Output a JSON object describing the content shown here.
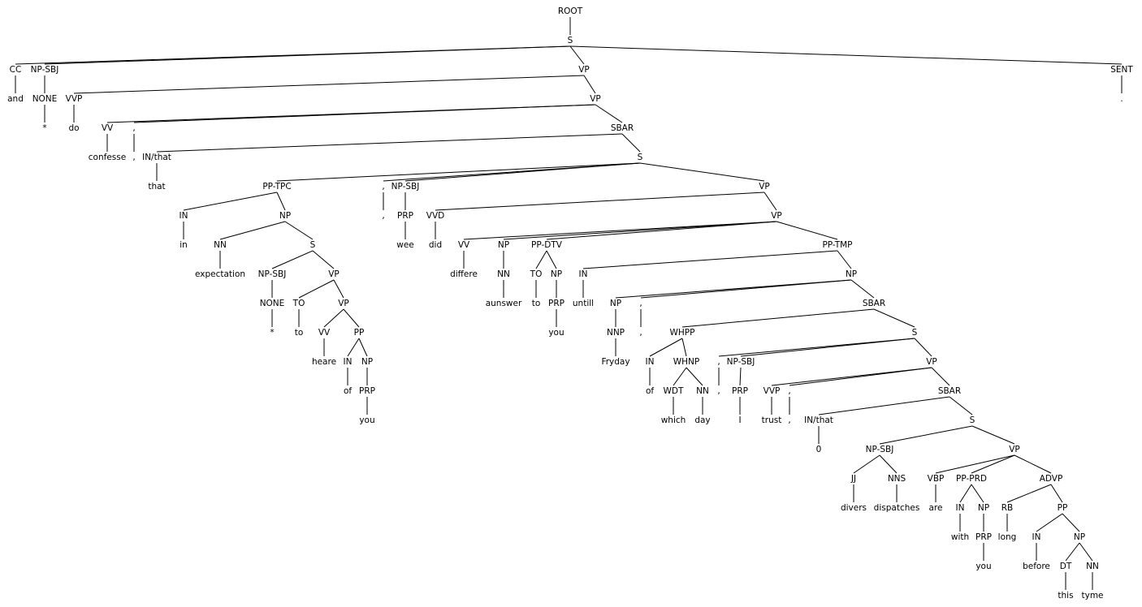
{
  "tree": {
    "nodes": [
      {
        "id": "root",
        "label": "ROOT"
      },
      {
        "id": "s0",
        "label": "S",
        "parent": "root"
      },
      {
        "id": "cc",
        "label": "CC",
        "parent": "s0"
      },
      {
        "id": "npsbj0",
        "label": "NP-SBJ",
        "parent": "s0"
      },
      {
        "id": "vp0",
        "label": "VP",
        "parent": "s0"
      },
      {
        "id": "sent",
        "label": "SENT",
        "parent": "s0"
      },
      {
        "id": "and",
        "label": "and",
        "parent": "cc"
      },
      {
        "id": "none0",
        "label": "NONE",
        "parent": "npsbj0"
      },
      {
        "id": "star0",
        "label": "*",
        "parent": "none0"
      },
      {
        "id": "vvp0",
        "label": "VVP",
        "parent": "vp0"
      },
      {
        "id": "vp1",
        "label": "VP",
        "parent": "vp0"
      },
      {
        "id": "do",
        "label": "do",
        "parent": "vvp0"
      },
      {
        "id": "vv0",
        "label": "VV",
        "parent": "vp1"
      },
      {
        "id": "comma0",
        "label": ",",
        "parent": "vp1"
      },
      {
        "id": "sbar0",
        "label": "SBAR",
        "parent": "vp1"
      },
      {
        "id": "confesse",
        "label": "confesse",
        "parent": "vv0"
      },
      {
        "id": "comma0w",
        "label": ",",
        "parent": "comma0"
      },
      {
        "id": "inthat0",
        "label": "IN/that",
        "parent": "sbar0"
      },
      {
        "id": "s1",
        "label": "S",
        "parent": "sbar0"
      },
      {
        "id": "that0",
        "label": "that",
        "parent": "inthat0"
      },
      {
        "id": "pptpc",
        "label": "PP-TPC",
        "parent": "s1"
      },
      {
        "id": "comma1",
        "label": ",",
        "parent": "s1"
      },
      {
        "id": "npsbj1",
        "label": "NP-SBJ",
        "parent": "s1"
      },
      {
        "id": "vp2",
        "label": "VP",
        "parent": "s1"
      },
      {
        "id": "in0",
        "label": "IN",
        "parent": "pptpc"
      },
      {
        "id": "np0",
        "label": "NP",
        "parent": "pptpc"
      },
      {
        "id": "in0w",
        "label": "in",
        "parent": "in0"
      },
      {
        "id": "nn0",
        "label": "NN",
        "parent": "np0"
      },
      {
        "id": "s2",
        "label": "S",
        "parent": "np0"
      },
      {
        "id": "expectation",
        "label": "expectation",
        "parent": "nn0"
      },
      {
        "id": "npsbj2",
        "label": "NP-SBJ",
        "parent": "s2"
      },
      {
        "id": "vp3",
        "label": "VP",
        "parent": "s2"
      },
      {
        "id": "none1",
        "label": "NONE",
        "parent": "npsbj2"
      },
      {
        "id": "star1",
        "label": "*",
        "parent": "none1"
      },
      {
        "id": "to0",
        "label": "TO",
        "parent": "vp3"
      },
      {
        "id": "vp4",
        "label": "VP",
        "parent": "vp3"
      },
      {
        "id": "to0w",
        "label": "to",
        "parent": "to0"
      },
      {
        "id": "vv1",
        "label": "VV",
        "parent": "vp4"
      },
      {
        "id": "pp0",
        "label": "PP",
        "parent": "vp4"
      },
      {
        "id": "heare",
        "label": "heare",
        "parent": "vv1"
      },
      {
        "id": "in1",
        "label": "IN",
        "parent": "pp0"
      },
      {
        "id": "np1",
        "label": "NP",
        "parent": "pp0"
      },
      {
        "id": "of0",
        "label": "of",
        "parent": "in1"
      },
      {
        "id": "prp0",
        "label": "PRP",
        "parent": "np1"
      },
      {
        "id": "you0",
        "label": "you",
        "parent": "prp0"
      },
      {
        "id": "comma1w",
        "label": ",",
        "parent": "comma1"
      },
      {
        "id": "prp1",
        "label": "PRP",
        "parent": "npsbj1"
      },
      {
        "id": "wee",
        "label": "wee",
        "parent": "prp1"
      },
      {
        "id": "vvd",
        "label": "VVD",
        "parent": "vp2"
      },
      {
        "id": "vp5",
        "label": "VP",
        "parent": "vp2"
      },
      {
        "id": "did",
        "label": "did",
        "parent": "vvd"
      },
      {
        "id": "vv2",
        "label": "VV",
        "parent": "vp5"
      },
      {
        "id": "np2",
        "label": "NP",
        "parent": "vp5"
      },
      {
        "id": "ppdtv",
        "label": "PP-DTV",
        "parent": "vp5"
      },
      {
        "id": "pptmp",
        "label": "PP-TMP",
        "parent": "vp5"
      },
      {
        "id": "differe",
        "label": "differe",
        "parent": "vv2"
      },
      {
        "id": "nn1",
        "label": "NN",
        "parent": "np2"
      },
      {
        "id": "aunswer",
        "label": "aunswer",
        "parent": "nn1"
      },
      {
        "id": "to1",
        "label": "TO",
        "parent": "ppdtv"
      },
      {
        "id": "np3",
        "label": "NP",
        "parent": "ppdtv"
      },
      {
        "id": "to1w",
        "label": "to",
        "parent": "to1"
      },
      {
        "id": "prp2",
        "label": "PRP",
        "parent": "np3"
      },
      {
        "id": "you1",
        "label": "you",
        "parent": "prp2"
      },
      {
        "id": "in2",
        "label": "IN",
        "parent": "pptmp"
      },
      {
        "id": "np4",
        "label": "NP",
        "parent": "pptmp"
      },
      {
        "id": "untill",
        "label": "untill",
        "parent": "in2"
      },
      {
        "id": "np5",
        "label": "NP",
        "parent": "np4"
      },
      {
        "id": "comma2",
        "label": ",",
        "parent": "np4"
      },
      {
        "id": "sbar1",
        "label": "SBAR",
        "parent": "np4"
      },
      {
        "id": "nnp",
        "label": "NNP",
        "parent": "np5"
      },
      {
        "id": "fryday",
        "label": "Fryday",
        "parent": "nnp"
      },
      {
        "id": "comma2w",
        "label": ",",
        "parent": "comma2"
      },
      {
        "id": "whpp",
        "label": "WHPP",
        "parent": "sbar1"
      },
      {
        "id": "s3",
        "label": "S",
        "parent": "sbar1"
      },
      {
        "id": "in3",
        "label": "IN",
        "parent": "whpp"
      },
      {
        "id": "whnp",
        "label": "WHNP",
        "parent": "whpp"
      },
      {
        "id": "of1",
        "label": "of",
        "parent": "in3"
      },
      {
        "id": "wdt",
        "label": "WDT",
        "parent": "whnp"
      },
      {
        "id": "nn2",
        "label": "NN",
        "parent": "whnp"
      },
      {
        "id": "which",
        "label": "which",
        "parent": "wdt"
      },
      {
        "id": "day",
        "label": "day",
        "parent": "nn2"
      },
      {
        "id": "comma3",
        "label": ",",
        "parent": "s3"
      },
      {
        "id": "npsbj3",
        "label": "NP-SBJ",
        "parent": "s3"
      },
      {
        "id": "vp6",
        "label": "VP",
        "parent": "s3"
      },
      {
        "id": "comma3w",
        "label": ",",
        "parent": "comma3"
      },
      {
        "id": "prp3",
        "label": "PRP",
        "parent": "npsbj3"
      },
      {
        "id": "i",
        "label": "I",
        "parent": "prp3"
      },
      {
        "id": "vvp1",
        "label": "VVP",
        "parent": "vp6"
      },
      {
        "id": "comma4",
        "label": ",",
        "parent": "vp6"
      },
      {
        "id": "sbar2",
        "label": "SBAR",
        "parent": "vp6"
      },
      {
        "id": "trust",
        "label": "trust",
        "parent": "vvp1"
      },
      {
        "id": "comma4w",
        "label": ",",
        "parent": "comma4"
      },
      {
        "id": "inthat1",
        "label": "IN/that",
        "parent": "sbar2"
      },
      {
        "id": "s4",
        "label": "S",
        "parent": "sbar2"
      },
      {
        "id": "zero",
        "label": "0",
        "parent": "inthat1"
      },
      {
        "id": "npsbj4",
        "label": "NP-SBJ",
        "parent": "s4"
      },
      {
        "id": "vp7",
        "label": "VP",
        "parent": "s4"
      },
      {
        "id": "jj",
        "label": "JJ",
        "parent": "npsbj4"
      },
      {
        "id": "nns",
        "label": "NNS",
        "parent": "npsbj4"
      },
      {
        "id": "divers",
        "label": "divers",
        "parent": "jj"
      },
      {
        "id": "dispatches",
        "label": "dispatches",
        "parent": "nns"
      },
      {
        "id": "vbp",
        "label": "VBP",
        "parent": "vp7"
      },
      {
        "id": "ppprd",
        "label": "PP-PRD",
        "parent": "vp7"
      },
      {
        "id": "advp",
        "label": "ADVP",
        "parent": "vp7"
      },
      {
        "id": "are",
        "label": "are",
        "parent": "vbp"
      },
      {
        "id": "in4",
        "label": "IN",
        "parent": "ppprd"
      },
      {
        "id": "np6",
        "label": "NP",
        "parent": "ppprd"
      },
      {
        "id": "with",
        "label": "with",
        "parent": "in4"
      },
      {
        "id": "prp4",
        "label": "PRP",
        "parent": "np6"
      },
      {
        "id": "you2",
        "label": "you",
        "parent": "prp4"
      },
      {
        "id": "rb",
        "label": "RB",
        "parent": "advp"
      },
      {
        "id": "pp1",
        "label": "PP",
        "parent": "advp"
      },
      {
        "id": "long",
        "label": "long",
        "parent": "rb"
      },
      {
        "id": "in5",
        "label": "IN",
        "parent": "pp1"
      },
      {
        "id": "np7",
        "label": "NP",
        "parent": "pp1"
      },
      {
        "id": "before",
        "label": "before",
        "parent": "in5"
      },
      {
        "id": "dt",
        "label": "DT",
        "parent": "np7"
      },
      {
        "id": "nn3",
        "label": "NN",
        "parent": "np7"
      },
      {
        "id": "this",
        "label": "this",
        "parent": "dt"
      },
      {
        "id": "tyme",
        "label": "tyme",
        "parent": "nn3"
      },
      {
        "id": "period",
        "label": ".",
        "parent": "sent"
      }
    ]
  }
}
